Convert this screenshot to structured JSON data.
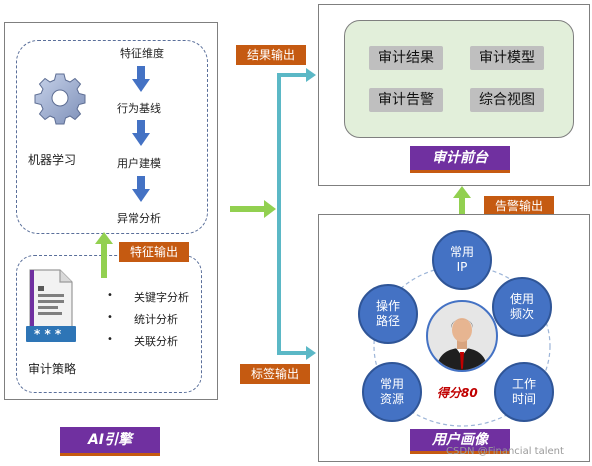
{
  "ai_engine": {
    "ml_label": "机器学习",
    "flow": [
      "特征维度",
      "行为基线",
      "用户建模",
      "异常分析"
    ],
    "policy_label": "审计策略",
    "policy_mask": "* * *",
    "analyses": [
      "关键字分析",
      "统计分析",
      "关联分析"
    ],
    "feature_output_tag": "特征输出",
    "title_tag": "AI引擎"
  },
  "outputs": {
    "result_tag": "结果输出",
    "label_tag": "标签输出",
    "alert_tag": "告警输出"
  },
  "frontend": {
    "buttons": [
      "审计结果",
      "审计模型",
      "审计告警",
      "综合视图"
    ],
    "title_tag": "审计前台"
  },
  "profile": {
    "nodes": [
      "常用\nIP",
      "使用\n频次",
      "工作\n时间",
      "常用\n资源",
      "操作\n路径"
    ],
    "score": "得分80",
    "title_tag": "用户画像"
  },
  "watermark": "CSDN @Financial talent",
  "colors": {
    "arrow_green": "#92d050",
    "arrow_teal": "#5bb8c6",
    "flow_blue": "#4472c4",
    "tag_orange": "#c55a11",
    "tag_purple": "#7030a0",
    "node_blue": "#4472c4",
    "frontend_fill": "#e2efda"
  }
}
